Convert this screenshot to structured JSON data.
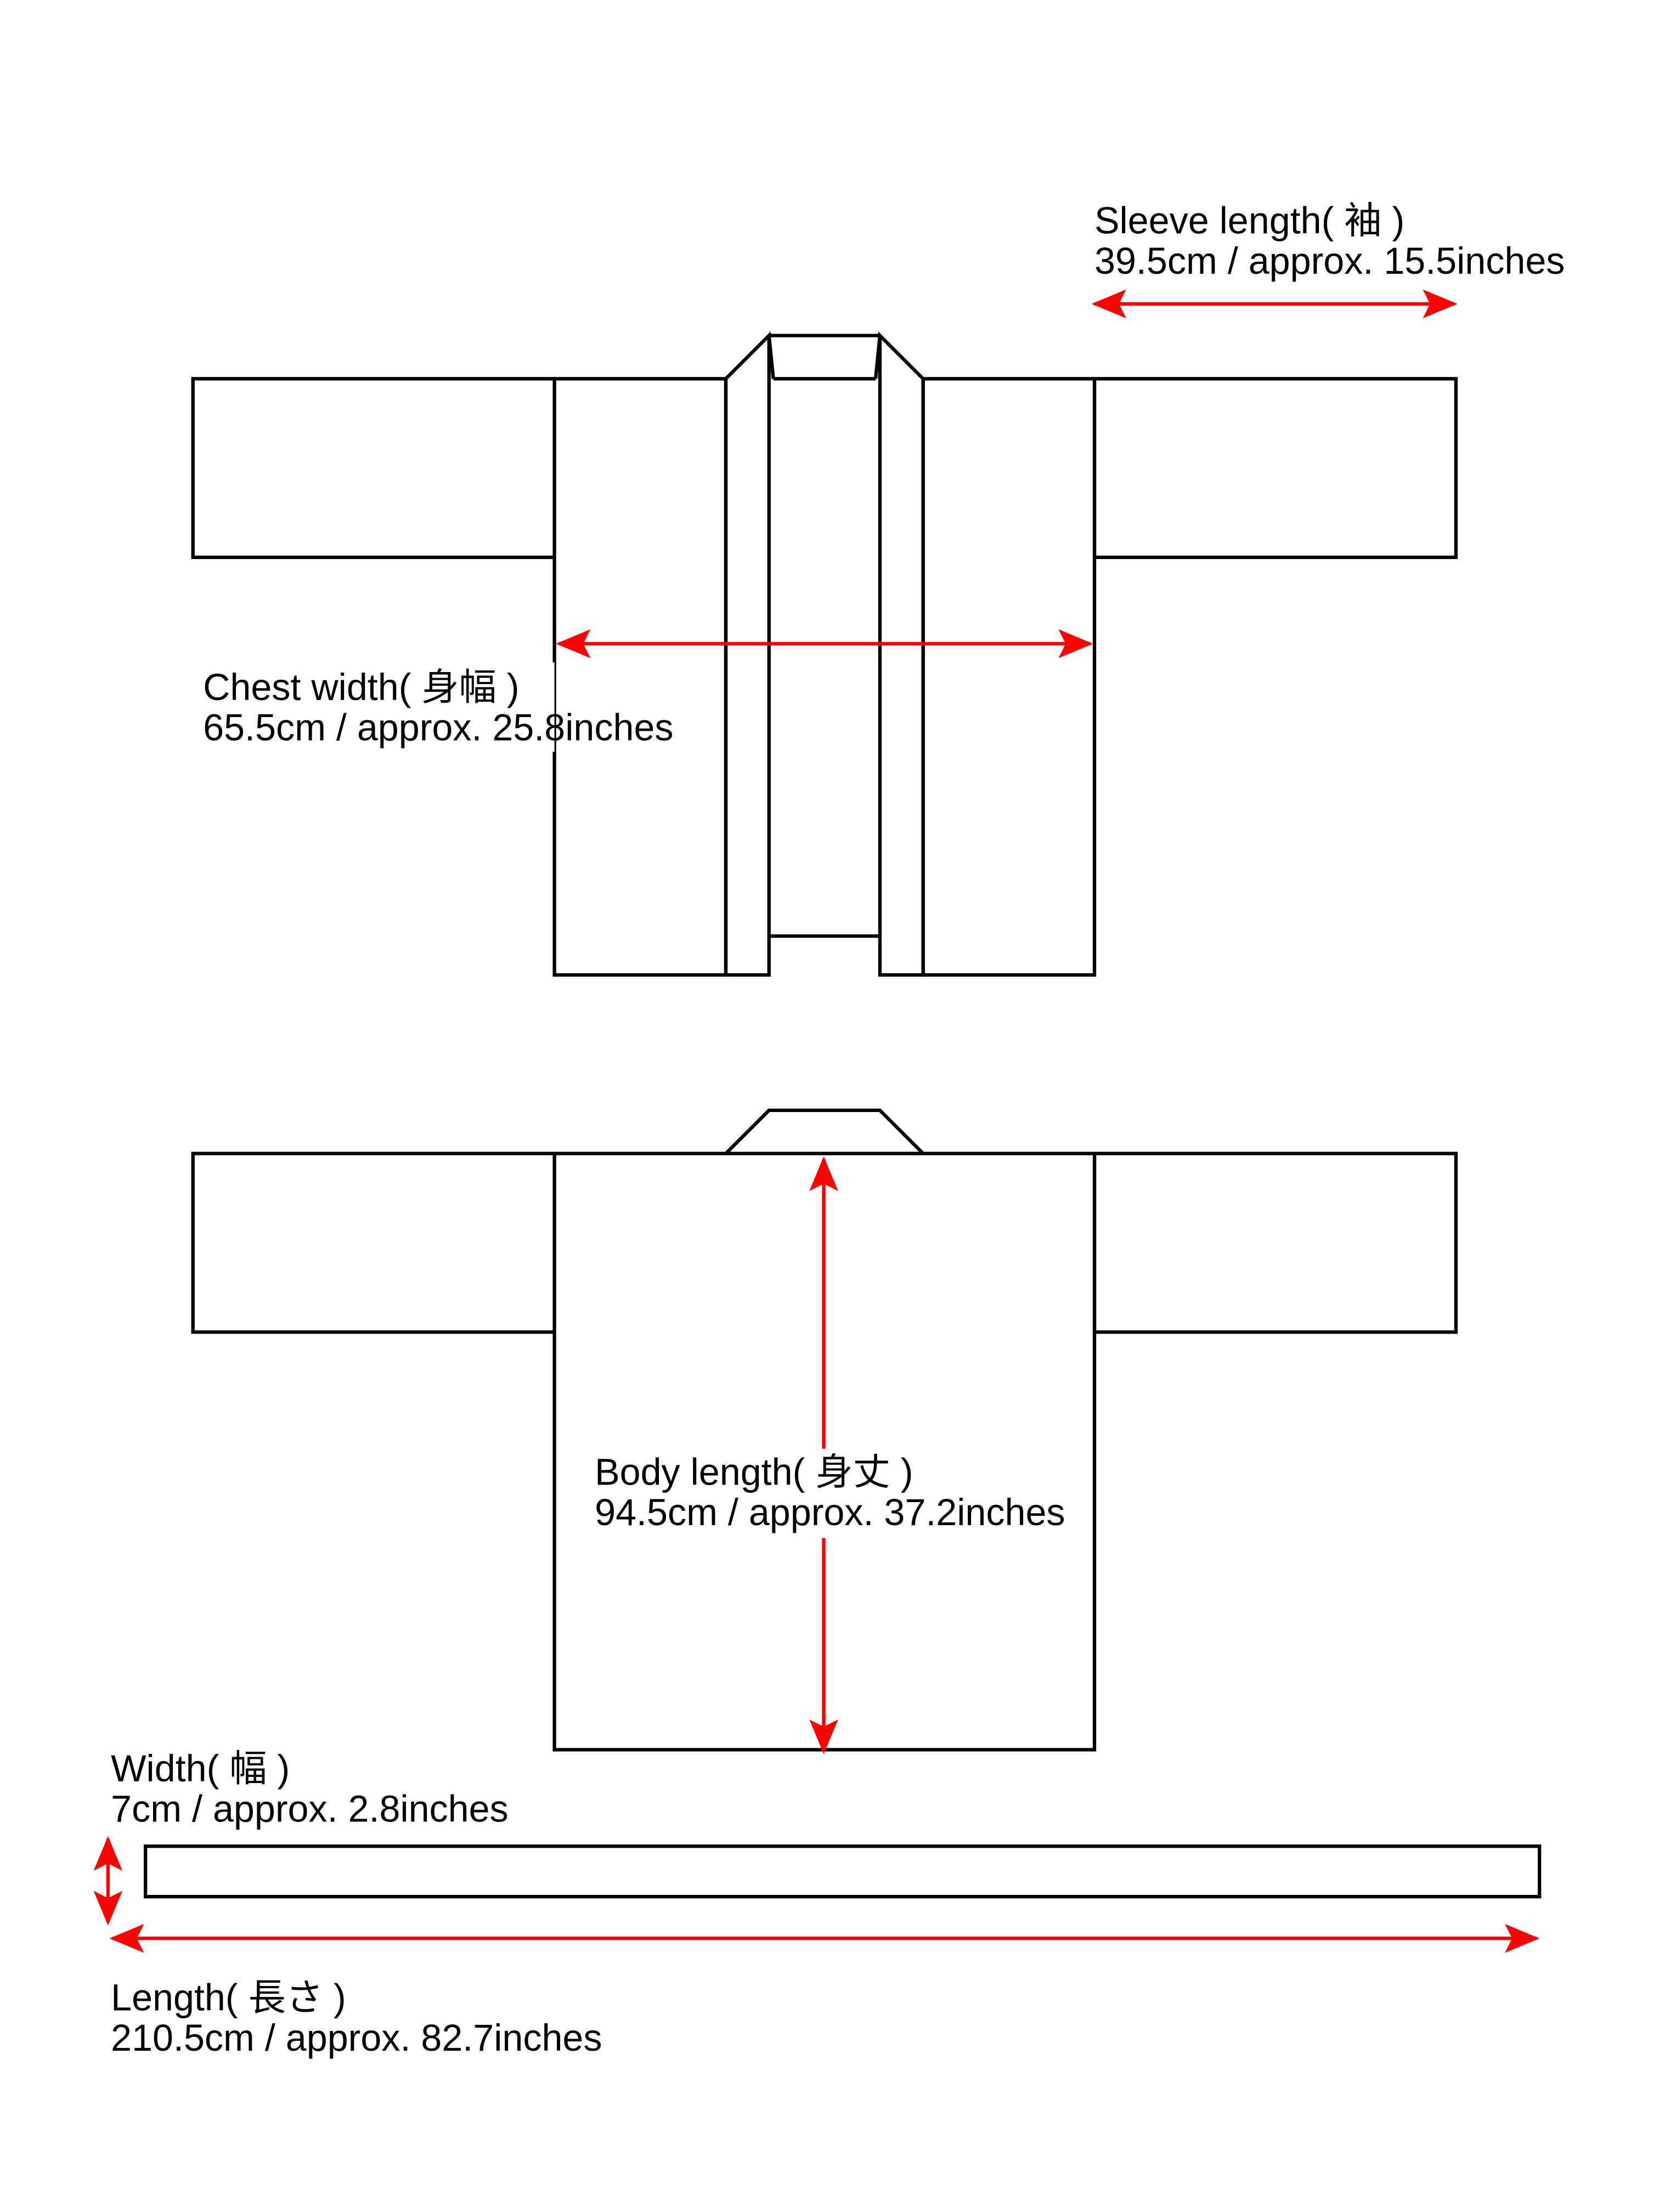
{
  "colors": {
    "arrow": "#ff0000",
    "outline": "#000000",
    "background": "#ffffff"
  },
  "measurements": {
    "sleeve": {
      "label": "Sleeve length( 袖 )",
      "value": "39.5cm / approx. 15.5inches"
    },
    "chest": {
      "label": "Chest width( 身幅 )",
      "value": "65.5cm / approx. 25.8inches"
    },
    "body": {
      "label": "Body length( 身丈 )",
      "value": "94.5cm / approx. 37.2inches"
    },
    "width": {
      "label": "Width( 幅 )",
      "value": "7cm / approx. 2.8inches"
    },
    "length": {
      "label": "Length( 長さ )",
      "value": "210.5cm / approx. 82.7inches"
    }
  }
}
